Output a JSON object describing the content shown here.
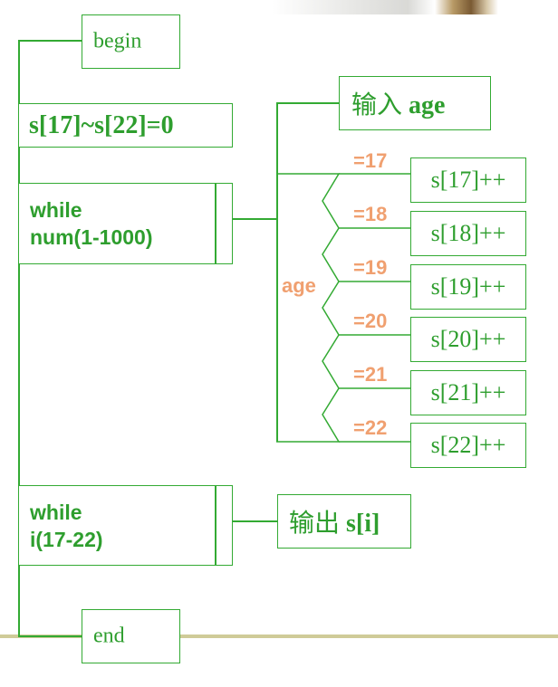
{
  "begin": "begin",
  "init": "s[17]~s[22]=0",
  "loop1": {
    "line1": "while",
    "line2": "num(1-1000)"
  },
  "input": {
    "prefix": "输入",
    "var": "age"
  },
  "branch_var": "age",
  "branches": [
    {
      "cond": "=17",
      "action": "s[17]++"
    },
    {
      "cond": "=18",
      "action": "s[18]++"
    },
    {
      "cond": "=19",
      "action": "s[19]++"
    },
    {
      "cond": "=20",
      "action": "s[20]++"
    },
    {
      "cond": "=21",
      "action": "s[21]++"
    },
    {
      "cond": "=22",
      "action": "s[22]++"
    }
  ],
  "loop2": {
    "line1": "while",
    "line2": "i(17-22)"
  },
  "output": {
    "prefix": "输出",
    "var": "s[i]"
  },
  "end": "end",
  "colors": {
    "line": "#33aa33",
    "text": "#2e9e2e",
    "condition": "#f0a070",
    "footer_rule": "#cfcb98"
  }
}
